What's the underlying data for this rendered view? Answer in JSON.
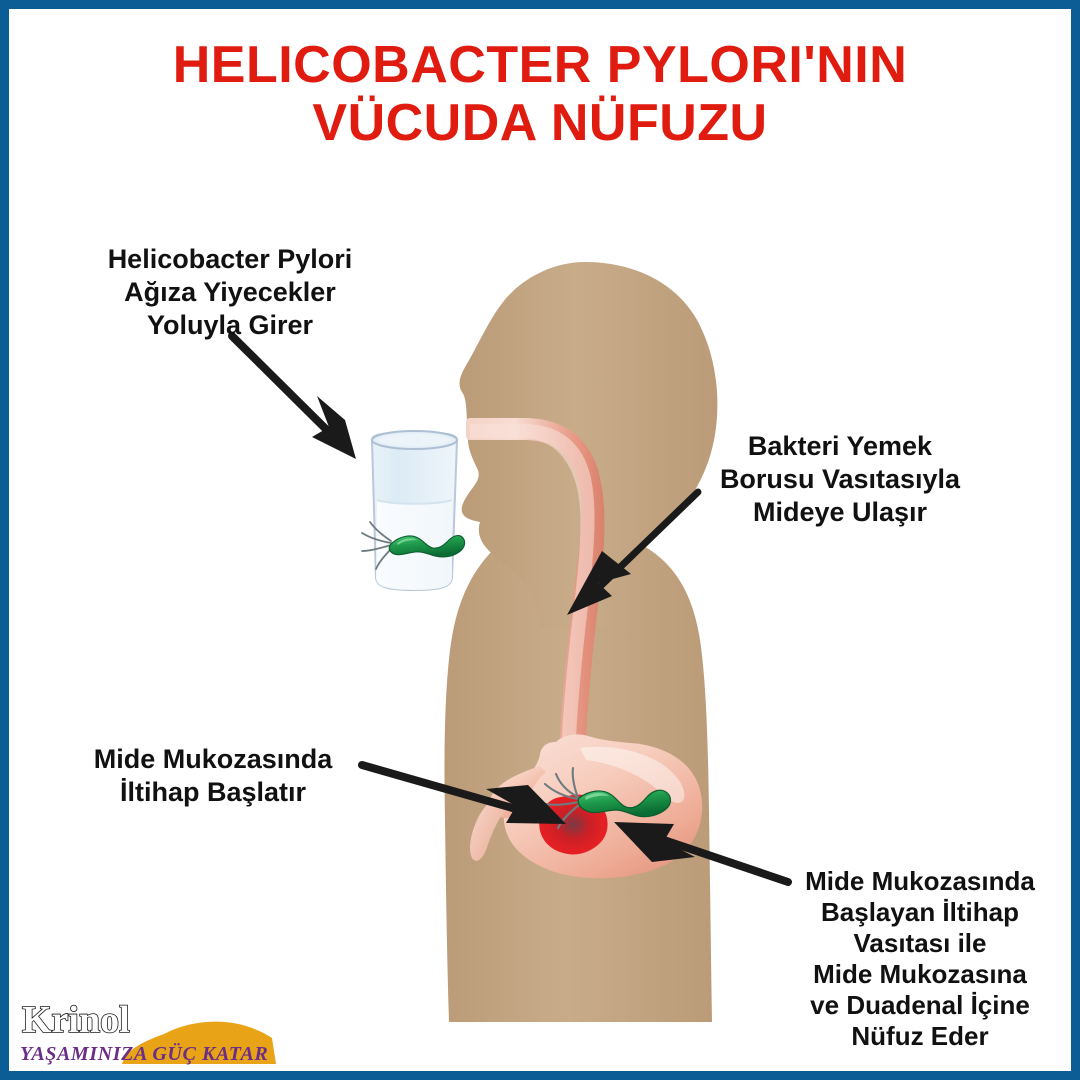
{
  "poster": {
    "title_lines": [
      "HELICOBACTER PYLORI'NIN",
      "VÜCUDA NÜFUZU"
    ],
    "title_color": "#e01b10",
    "border_color": "#0c5d96",
    "background_color": "#ffffff"
  },
  "callouts": {
    "mouth": {
      "lines": [
        "Helicobacter Pylori",
        "Ağıza Yiyecekler",
        "Yoluyla Girer"
      ]
    },
    "esophagus": {
      "lines": [
        "Bakteri Yemek",
        "Borusu Vasıtasıyla",
        "Mideye Ulaşır"
      ]
    },
    "inflammation": {
      "lines": [
        "Mide Mukozasında",
        "İltihap Başlatır"
      ]
    },
    "penetration": {
      "lines": [
        "Mide Mukozasında",
        "Başlayan İltihap",
        "Vasıtası ile",
        "Mide Mukozasına",
        "ve Duadenal İçine",
        "Nüfuz Eder"
      ]
    }
  },
  "illustration": {
    "body_color": "#c2a582",
    "esophagus_color": "#eeaa9a",
    "stomach_color": "#f4c3b2",
    "bacteria_color": "#2d9e4f",
    "inflammation_color": "#e8262a",
    "glass_color": "#dceaf3",
    "arrow_color": "#1a1a1a",
    "parts": [
      "head-silhouette",
      "torso-silhouette",
      "esophagus",
      "stomach",
      "duodenum",
      "inflammation-spot",
      "h-pylori-bacterium-stomach",
      "water-glass",
      "h-pylori-bacterium-glass"
    ]
  },
  "logo": {
    "brand": "Krinol",
    "slogan": "YAŞAMINIZA GÜÇ KATAR",
    "brand_color": "#ffffff",
    "brand_outline": "#1a1a1a",
    "slogan_color": "#6b2e86",
    "badge_color": "#e8a317"
  }
}
